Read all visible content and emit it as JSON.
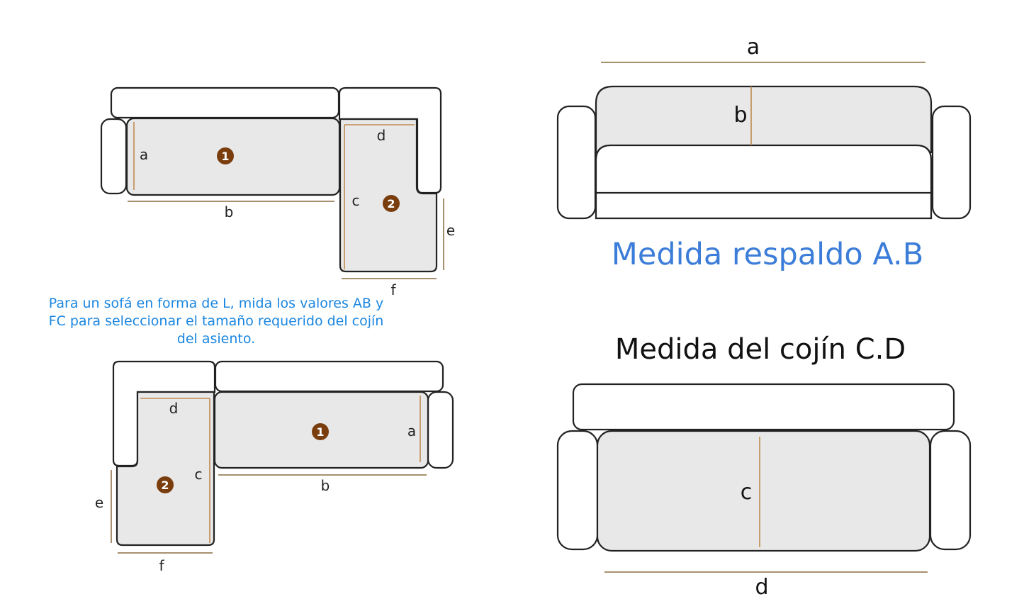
{
  "l_sofa_right": {
    "labels": {
      "a": "a",
      "b": "b",
      "c": "c",
      "d": "d",
      "e": "e",
      "f": "f"
    },
    "badges": [
      "1",
      "2"
    ]
  },
  "caption": [
    "Para un sofá en forma de L, mida los valores AB y",
    "FC para seleccionar el tamaño requerido del cojín",
    "del asiento."
  ],
  "l_sofa_left": {
    "labels": {
      "a": "a",
      "b": "b",
      "c": "c",
      "d": "d",
      "e": "e",
      "f": "f"
    },
    "badges": [
      "1",
      "2"
    ]
  },
  "backrest": {
    "label_a": "a",
    "label_b": "b",
    "title": "Medida respaldo A.B"
  },
  "cushion": {
    "title": "Medida del cojín C.D",
    "label_c": "c",
    "label_d": "d"
  },
  "colors": {
    "badge": "#7a3d0e",
    "caption": "#1a86e0",
    "heading_blue": "#3b7dd8",
    "dimension": "#a8906e",
    "seat": "#e8e8e8"
  }
}
